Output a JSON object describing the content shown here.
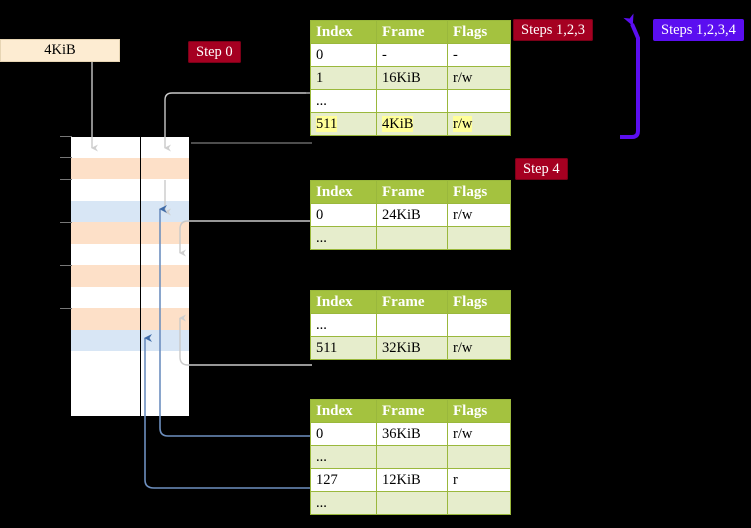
{
  "labels": {
    "four_kib": "4KiB",
    "step0": "Step 0",
    "step4": "Step 4",
    "steps123": "Steps 1,2,3",
    "steps1234": "Steps 1,2,3,4"
  },
  "colors": {
    "header_green": "#a4c23f",
    "row_alt_green": "#e6edcc",
    "badge_red": "#a50021",
    "badge_blue": "#5b0ef0",
    "mem_orange": "#fde0c8",
    "mem_blue": "#d8e6f5",
    "highlight_yellow": "#ffff99",
    "kbox_cream": "#fdecd2",
    "connector_gray": "#c9c9c9",
    "connector_blue": "#6d8fbf",
    "background": "#000000"
  },
  "tables": {
    "headers": [
      "Index",
      "Frame",
      "Flags"
    ],
    "level1": {
      "name": "page-table-level-1",
      "rows": [
        {
          "index": "0",
          "frame": "-",
          "flags": "-",
          "style": "plain",
          "highlight": false
        },
        {
          "index": "1",
          "frame": "16KiB",
          "flags": "r/w",
          "style": "alt",
          "highlight": false
        },
        {
          "index": "...",
          "frame": "",
          "flags": "",
          "style": "plain",
          "highlight": false
        },
        {
          "index": "511",
          "frame": "4KiB",
          "flags": "r/w",
          "style": "alt",
          "highlight": true
        }
      ]
    },
    "level2": {
      "name": "page-table-level-2",
      "rows": [
        {
          "index": "0",
          "frame": "24KiB",
          "flags": "r/w",
          "style": "plain",
          "highlight": false
        },
        {
          "index": "...",
          "frame": "",
          "flags": "",
          "style": "alt",
          "highlight": false
        }
      ]
    },
    "level3": {
      "name": "page-table-level-3",
      "rows": [
        {
          "index": "...",
          "frame": "",
          "flags": "",
          "style": "plain",
          "highlight": false
        },
        {
          "index": "511",
          "frame": "32KiB",
          "flags": "r/w",
          "style": "alt",
          "highlight": false
        }
      ]
    },
    "level4": {
      "name": "page-table-level-4",
      "rows": [
        {
          "index": "0",
          "frame": "36KiB",
          "flags": "r/w",
          "style": "plain",
          "highlight": false
        },
        {
          "index": "...",
          "frame": "",
          "flags": "",
          "style": "alt",
          "highlight": false
        },
        {
          "index": "127",
          "frame": "12KiB",
          "flags": "r",
          "style": "plain",
          "highlight": false
        },
        {
          "index": "...",
          "frame": "",
          "flags": "",
          "style": "alt",
          "highlight": false
        }
      ]
    }
  },
  "memory_column": {
    "name": "physical-memory-column",
    "row_count": 13,
    "rows": [
      {
        "fill": "white"
      },
      {
        "fill": "orange"
      },
      {
        "fill": "white"
      },
      {
        "fill": "blue"
      },
      {
        "fill": "orange"
      },
      {
        "fill": "white"
      },
      {
        "fill": "orange"
      },
      {
        "fill": "white"
      },
      {
        "fill": "orange"
      },
      {
        "fill": "blue"
      },
      {
        "fill": "white"
      },
      {
        "fill": "white"
      },
      {
        "fill": "white"
      }
    ]
  }
}
